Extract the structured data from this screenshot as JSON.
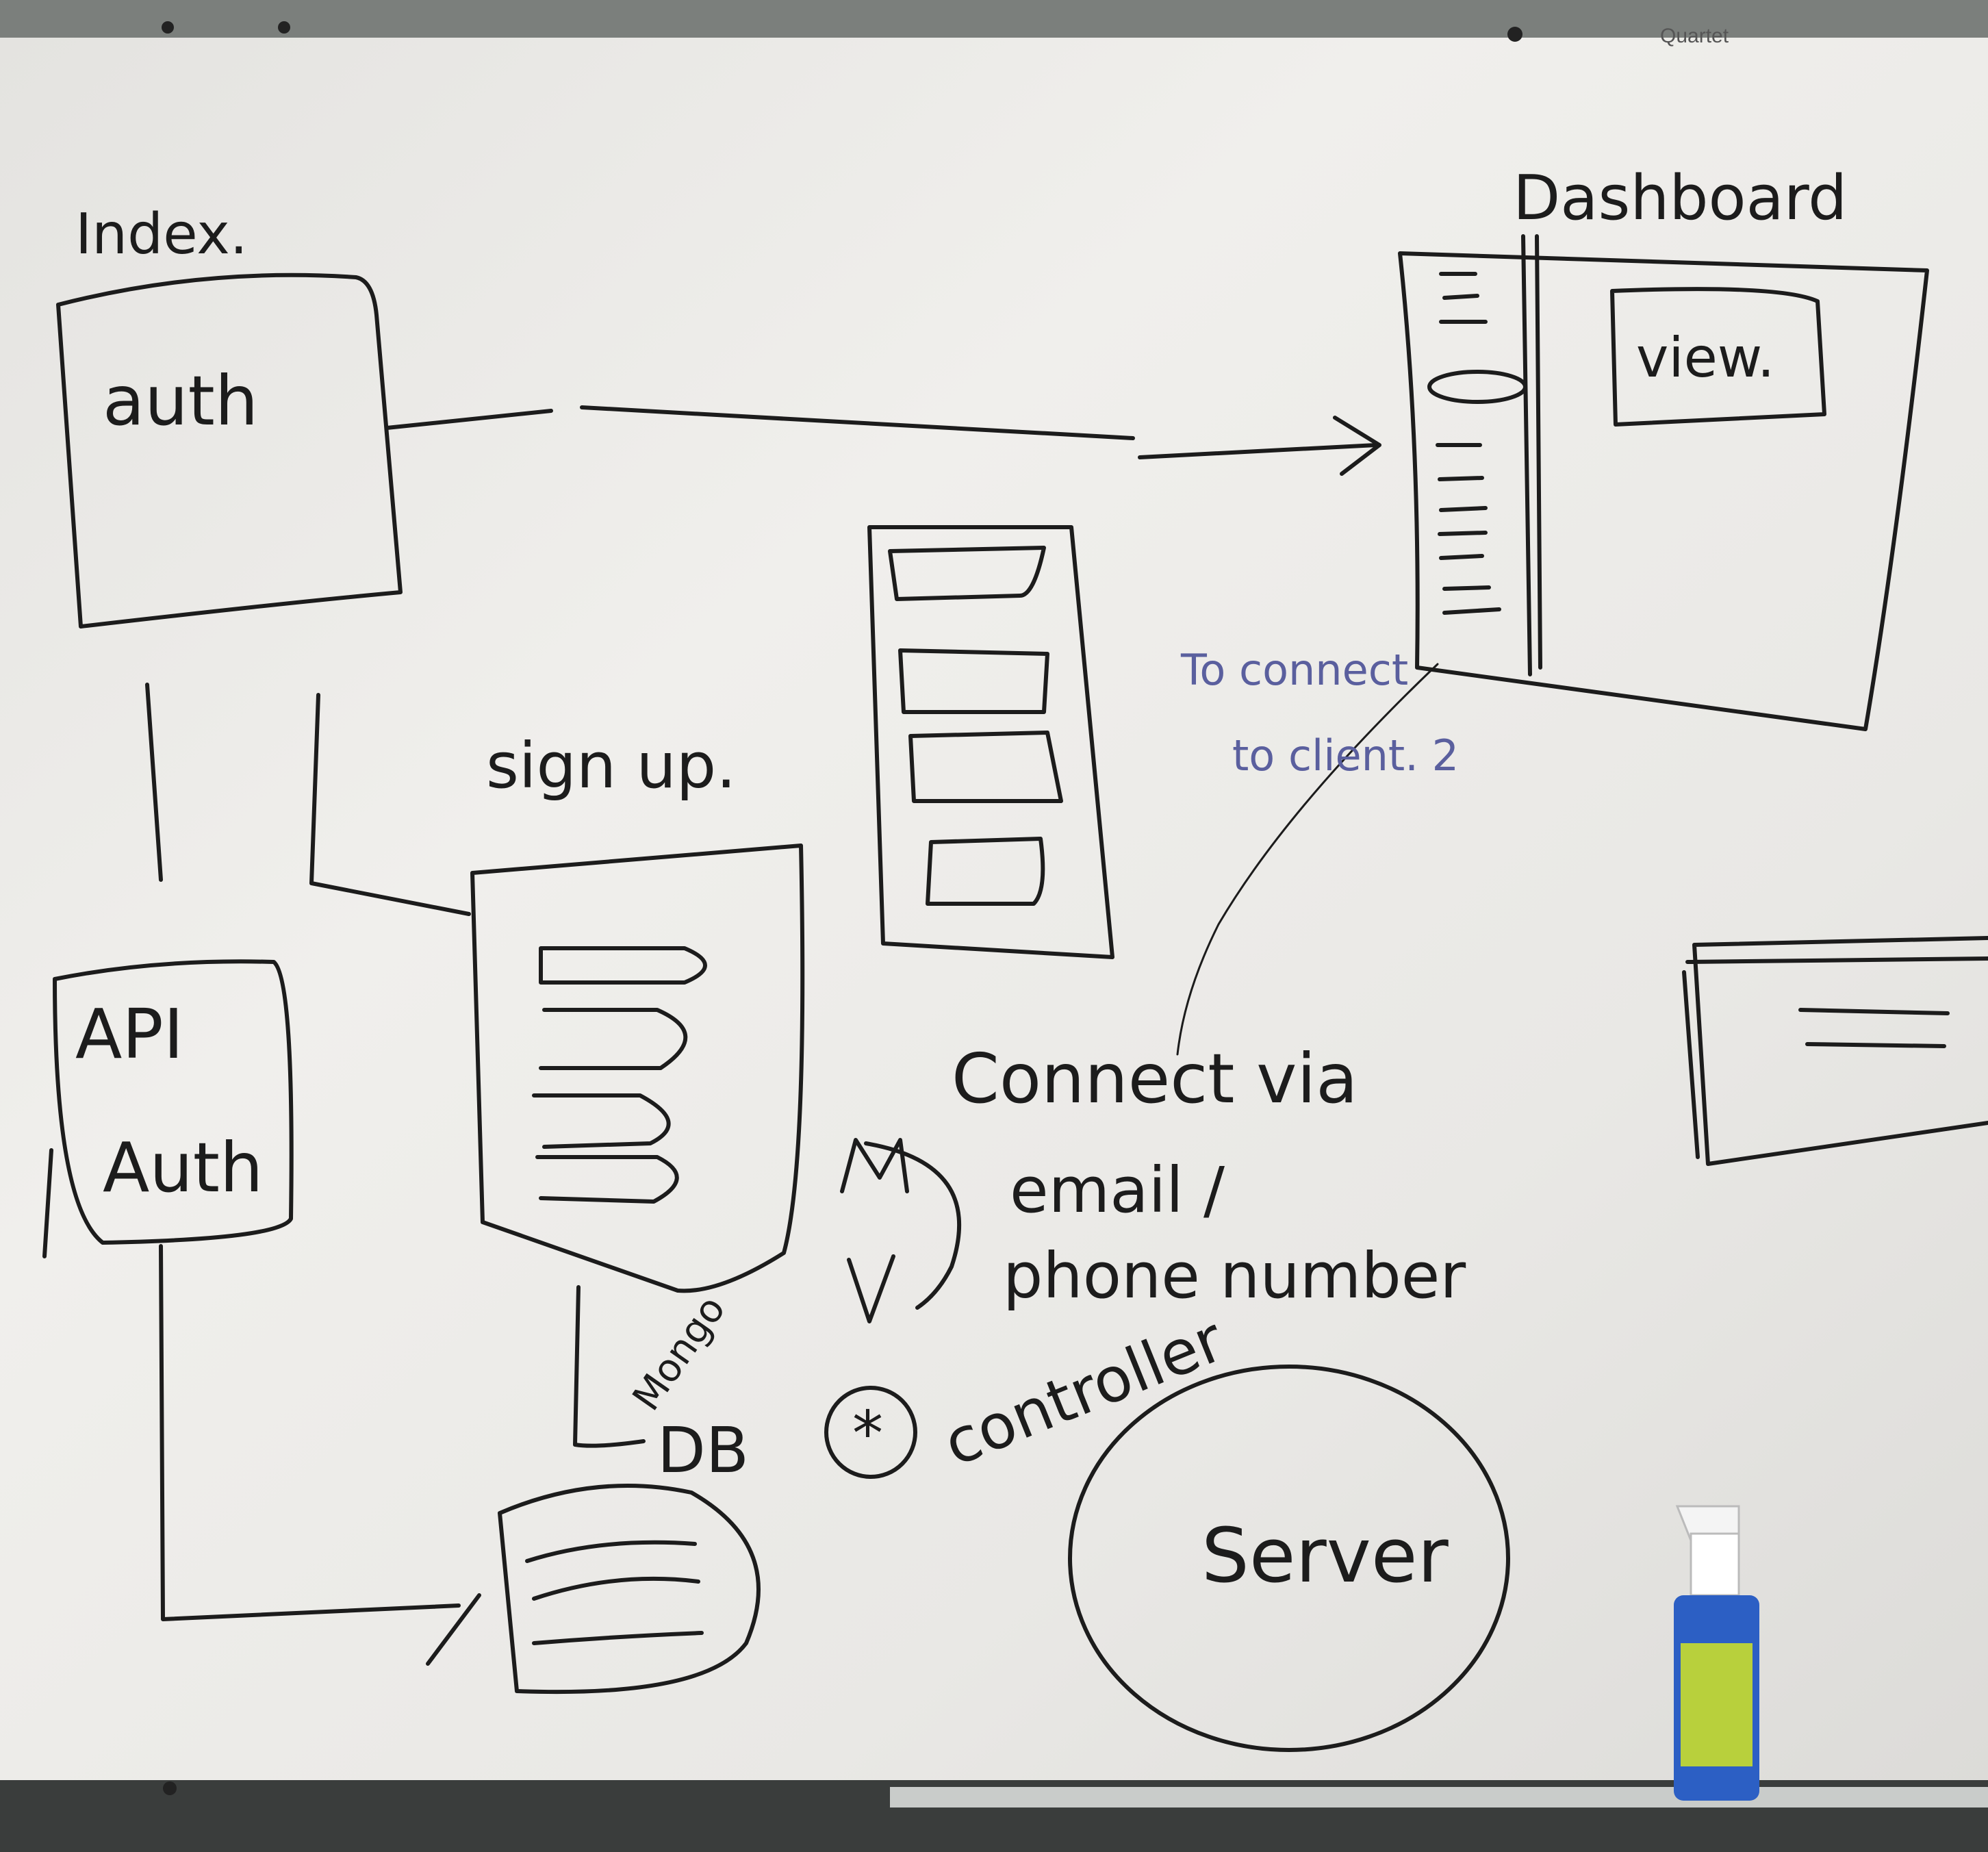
{
  "board": {
    "brand": "Quartet",
    "surface_color": "#ecebe8",
    "frame_color": "#5f6360",
    "ink_color": "#1c1c1c",
    "blue_ink_color": "#5a5f9e"
  },
  "diagram": {
    "index_title": "Index.",
    "auth_box_label": "auth",
    "api_auth_label_line1": "API",
    "api_auth_label_line2": "Auth",
    "signup_title": "sign up.",
    "mongo_label_line1": "Mongo",
    "mongo_label_line2": "DB",
    "dashboard_title": "Dashboard",
    "view_box_label": "view.",
    "blue_note_line1": "To connect",
    "blue_note_line2": "to client. 2",
    "connect_via": "Connect via",
    "connect_option_email": "email /",
    "connect_option_phone": "phone number",
    "controller_label": "controller",
    "controller_symbol": "*",
    "server_label": "Server"
  },
  "spray_bottle": {
    "cap_color": "#ffffff",
    "body_color": "#2c5fc4",
    "label_color": "#b8d03c"
  }
}
